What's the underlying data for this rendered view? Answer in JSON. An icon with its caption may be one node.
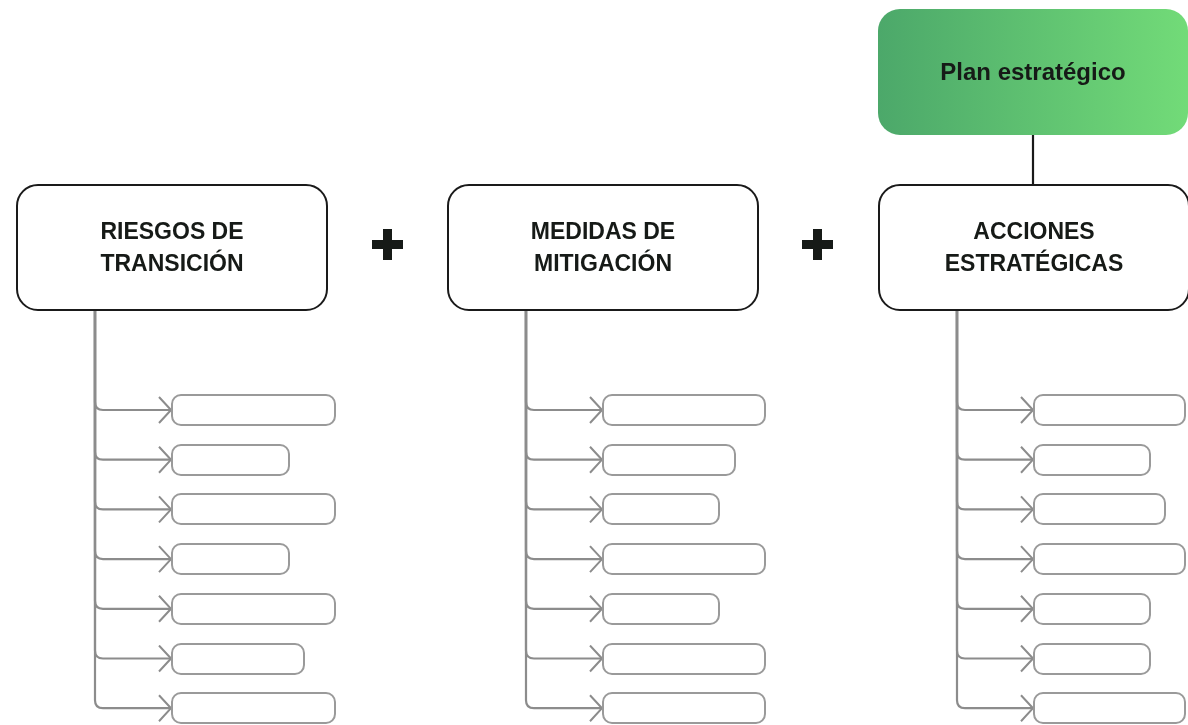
{
  "diagram": {
    "nodes": [
      {
        "text": [
          "Plan estratégico"
        ]
      },
      {
        "text": [
          "RIESGOS DE TRANSICIÓN"
        ]
      },
      {
        "text": [
          "MEDIDAS DE MITIGACIÓN"
        ]
      },
      {
        "text": [
          "ACCIONES ESTRATÉGICAS"
        ]
      },
      {
        "text": [],
        "shape": "box"
      },
      {
        "text": [],
        "shape": "box"
      },
      {
        "text": [],
        "shape": "box"
      },
      {
        "text": [],
        "shape": "box"
      },
      {
        "text": [],
        "shape": "box"
      },
      {
        "text": [],
        "shape": "box"
      },
      {
        "text": [],
        "shape": "box"
      },
      {
        "text": [],
        "shape": "box"
      },
      {
        "text": [],
        "shape": "box"
      },
      {
        "text": [],
        "shape": "box"
      },
      {
        "text": [],
        "shape": "box"
      },
      {
        "text": [],
        "shape": "box"
      },
      {
        "text": [],
        "shape": "box"
      },
      {
        "text": [],
        "shape": "box"
      },
      {
        "text": [],
        "shape": "box"
      },
      {
        "text": [],
        "shape": "box"
      },
      {
        "text": [],
        "shape": "box"
      },
      {
        "text": [],
        "shape": "box"
      },
      {
        "text": [],
        "shape": "box"
      },
      {
        "text": [],
        "shape": "box"
      },
      {
        "text": [],
        "shape": "box"
      }
    ],
    "edges": [
      {
        "from": 0,
        "to": 3,
        "arrow": "none",
        "color": "#1a1a1a"
      },
      {
        "from": 1,
        "to": 4,
        "arrow": "to"
      },
      {
        "from": 1,
        "to": 5,
        "arrow": "to"
      },
      {
        "from": 1,
        "to": 6,
        "arrow": "to"
      },
      {
        "from": 1,
        "to": 7,
        "arrow": "to"
      },
      {
        "from": 1,
        "to": 8,
        "arrow": "to"
      },
      {
        "from": 1,
        "to": 9,
        "arrow": "to"
      },
      {
        "from": 1,
        "to": 10,
        "arrow": "to"
      },
      {
        "from": 2,
        "to": 11,
        "arrow": "to"
      },
      {
        "from": 2,
        "to": 12,
        "arrow": "to"
      },
      {
        "from": 2,
        "to": 13,
        "arrow": "to"
      },
      {
        "from": 2,
        "to": 14,
        "arrow": "to"
      },
      {
        "from": 2,
        "to": 15,
        "arrow": "to"
      },
      {
        "from": 2,
        "to": 16,
        "arrow": "to"
      },
      {
        "from": 2,
        "to": 17,
        "arrow": "to"
      },
      {
        "from": 3,
        "to": 18,
        "arrow": "to"
      },
      {
        "from": 3,
        "to": 19,
        "arrow": "to"
      },
      {
        "from": 3,
        "to": 20,
        "arrow": "to"
      },
      {
        "from": 3,
        "to": 21,
        "arrow": "to"
      },
      {
        "from": 3,
        "to": 22,
        "arrow": "to"
      },
      {
        "from": 3,
        "to": 23,
        "arrow": "to"
      },
      {
        "from": 3,
        "to": 24,
        "arrow": "to"
      }
    ]
  }
}
